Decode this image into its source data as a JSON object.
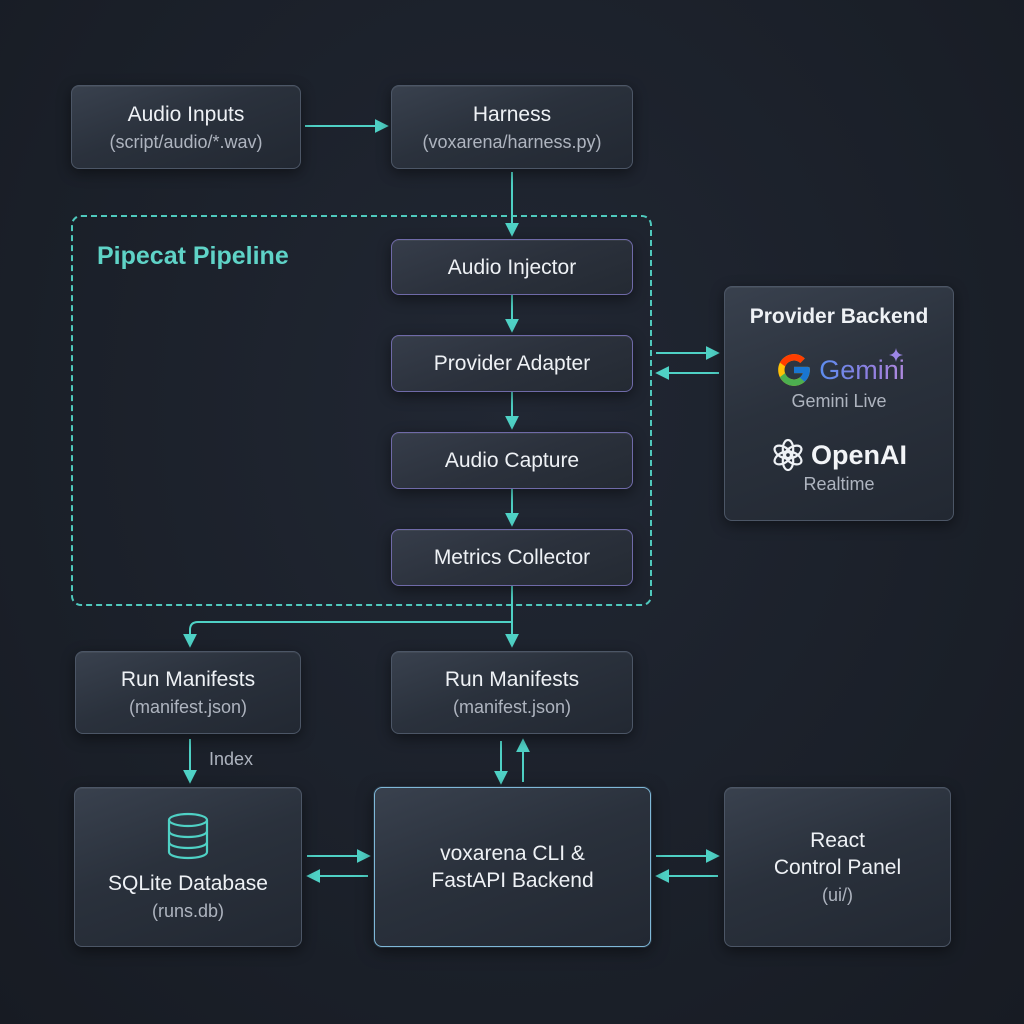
{
  "pipeline": {
    "label": "Pipecat Pipeline"
  },
  "nodes": {
    "audio_inputs": {
      "title": "Audio Inputs",
      "sub": "(script/audio/*.wav)"
    },
    "harness": {
      "title": "Harness",
      "sub": "(voxarena/harness.py)"
    },
    "audio_injector": {
      "title": "Audio Injector"
    },
    "provider_adapter": {
      "title": "Provider Adapter"
    },
    "audio_capture": {
      "title": "Audio Capture"
    },
    "metrics_collector": {
      "title": "Metrics Collector"
    },
    "run_manifests_left": {
      "title": "Run Manifests",
      "sub": "(manifest.json)"
    },
    "run_manifests_right": {
      "title": "Run Manifests",
      "sub": "(manifest.json)"
    },
    "sqlite": {
      "title": "SQLite Database",
      "sub": "(runs.db)",
      "icon": "database-icon"
    },
    "backend": {
      "title_line1": "voxarena CLI &",
      "title_line2": "FastAPI Backend"
    },
    "react": {
      "title_line1": "React",
      "title_line2": "Control Panel",
      "sub": "(ui/)"
    }
  },
  "provider": {
    "title": "Provider Backend",
    "gemini": {
      "name": "Gemini",
      "sub": "Gemini Live",
      "icon": "google-g-icon"
    },
    "openai": {
      "name": "OpenAI",
      "sub": "Realtime",
      "icon": "openai-logo-icon"
    }
  },
  "edges": {
    "index_label": "Index"
  },
  "colors": {
    "arrow": "#4fd1c5",
    "pipeline_border": "#4fc9bd",
    "pipeline_label": "#5fd3c7",
    "background": "#1b2029"
  }
}
